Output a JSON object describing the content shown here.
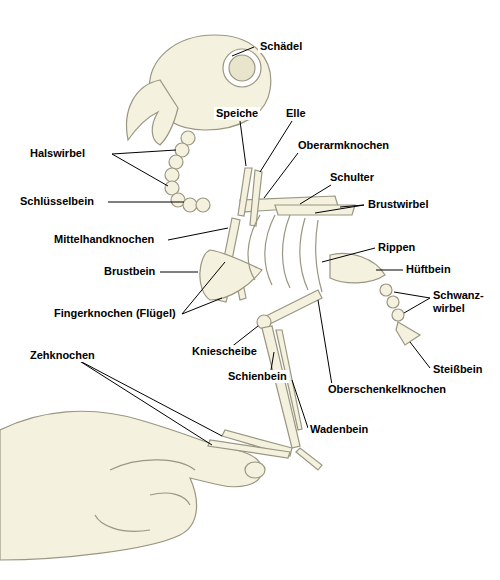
{
  "diagram": {
    "labels": [
      "Schädel",
      "Speiche",
      "Elle",
      "Halswirbel",
      "Oberarmknochen",
      "Schulter",
      "Schlüsselbein",
      "Brustwirbel",
      "Mittelhandknochen",
      "Rippen",
      "Brustbein",
      "Hüftbein",
      "Schwanz- wirbel",
      "Fingerknochen (Flügel)",
      "Kniescheibe",
      "Zehknochen",
      "Steißbein",
      "Schienbein",
      "Oberschenkelknochen",
      "Wadenbein"
    ]
  }
}
